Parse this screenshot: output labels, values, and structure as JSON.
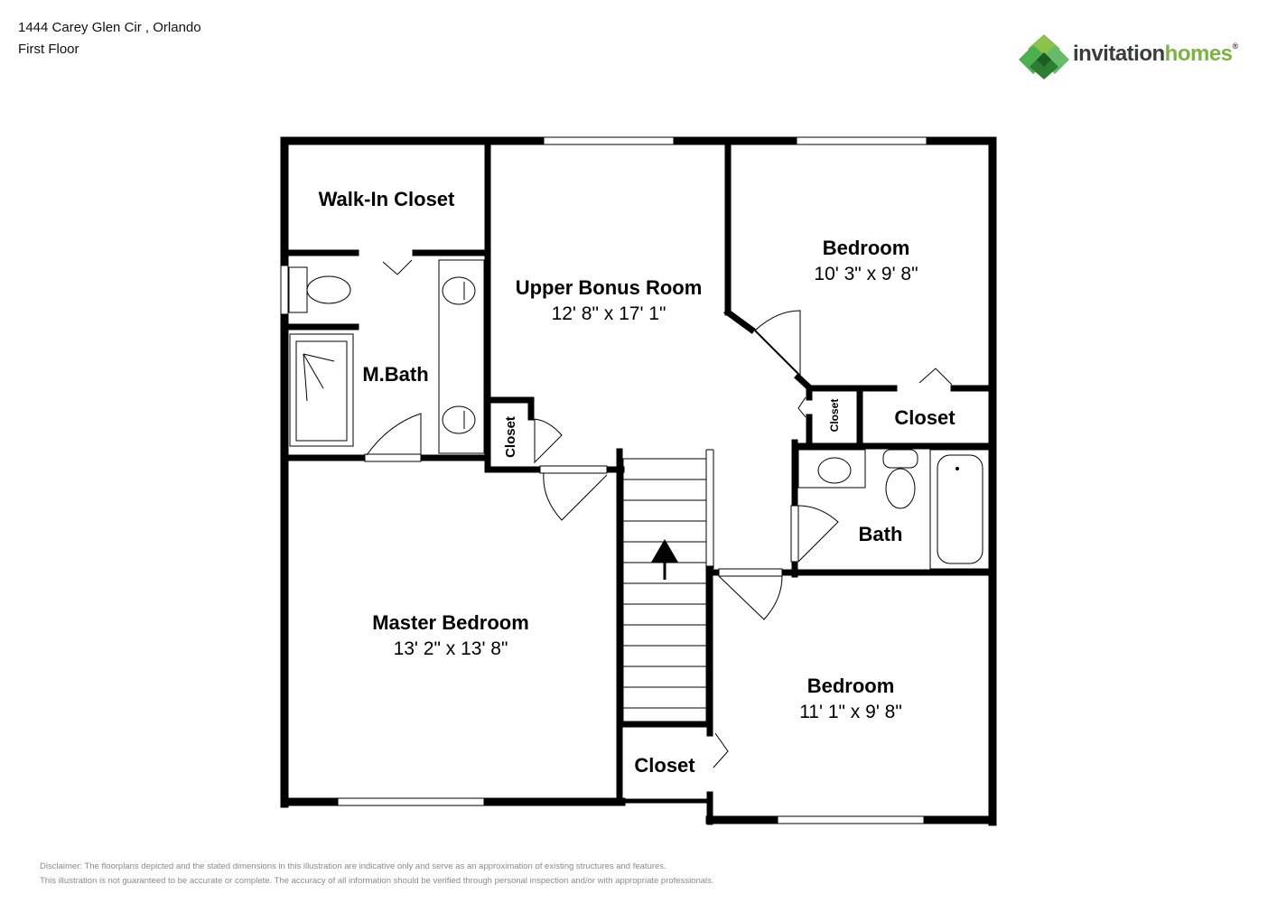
{
  "header": {
    "address": "1444 Carey Glen Cir , Orlando",
    "floor": "First Floor"
  },
  "logo": {
    "word1": "invitation",
    "word2": "homes",
    "trademark": "®",
    "colors": {
      "dark": "#3a3d40",
      "green_light": "#8bc34a",
      "green_mid": "#4caf50",
      "green_dark": "#2e7d32"
    }
  },
  "rooms": {
    "walk_in_closet": {
      "name": "Walk-In Closet"
    },
    "upper_bonus": {
      "name": "Upper Bonus Room",
      "dims": "12' 8\" x 17' 1\""
    },
    "bedroom_top": {
      "name": "Bedroom",
      "dims": "10' 3\" x 9' 8\""
    },
    "m_bath": {
      "name": "M.Bath"
    },
    "closet_small_left": {
      "name": "Closet"
    },
    "closet_small_right": {
      "name": "Closet"
    },
    "closet_right": {
      "name": "Closet"
    },
    "bath": {
      "name": "Bath"
    },
    "master_bedroom": {
      "name": "Master Bedroom",
      "dims": "13' 2\" x 13' 8\""
    },
    "bedroom_bottom": {
      "name": "Bedroom",
      "dims": "11' 1\" x 9' 8\""
    },
    "closet_bottom": {
      "name": "Closet"
    }
  },
  "disclaimer": {
    "line1": "Disclaimer: The floorplans depicted and the stated dimensions in this illustration are indicative only and serve as an approximation of existing structures and features.",
    "line2": "This illustration is not guaranteed to be accurate or complete. The accuracy of all information should be verified through personal inspection and/or with appropriate professionals."
  }
}
